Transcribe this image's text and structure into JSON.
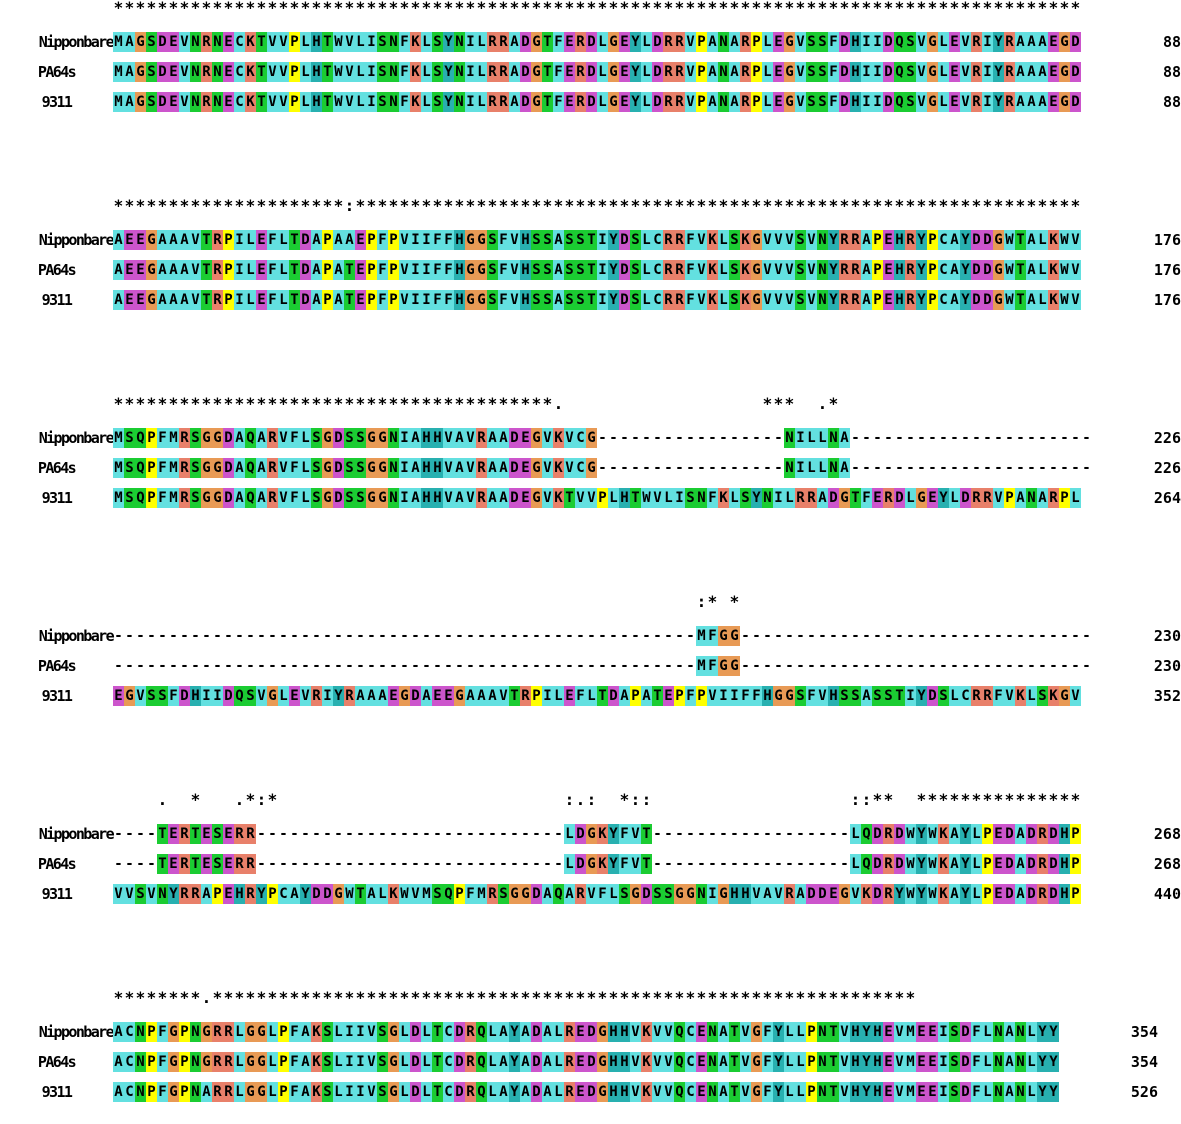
{
  "colors": {
    "A": "#63e0e0",
    "I": "#63e0e0",
    "L": "#63e0e0",
    "M": "#63e0e0",
    "F": "#63e0e0",
    "W": "#63e0e0",
    "V": "#63e0e0",
    "C": "#63e0e0",
    "K": "#e8806a",
    "R": "#e8806a",
    "E": "#cc55cc",
    "D": "#cc55cc",
    "N": "#1bcc32",
    "Q": "#1bcc32",
    "S": "#1bcc32",
    "T": "#1bcc32",
    "G": "#e89a55",
    "P": "#ffff00",
    "H": "#28b0b0",
    "Y": "#28b0b0"
  },
  "blocks": [
    {
      "consensus": "****************************************************************************************",
      "rows": [
        {
          "name": "Nipponbare",
          "seq": "MAGSDEVNRNECKTVVPLHTWVLISNFKLSYNILRRADGTFERDLGEYLDRRVPANARPLEGVSSFDHIIDQSVGLEVRIYRAAAEGD",
          "num": "88"
        },
        {
          "name": "PA64s",
          "seq": "MAGSDEVNRNECKTVVPLHTWVLISNFKLSYNILRRADGTFERDLGEYLDRRVPANARPLEGVSSFDHIIDQSVGLEVRIYRAAAEGD",
          "num": "88"
        },
        {
          "name": "9311",
          "seq": "MAGSDEVNRNECKTVVPLHTWVLISNFKLSYNILRRADGTFERDLGEYLDRRVPANARPLEGVSSFDHIIDQSVGLEVRIYRAAAEGD",
          "num": "88"
        }
      ]
    },
    {
      "consensus": "*********************:******************************************************************",
      "rows": [
        {
          "name": "Nipponbare",
          "seq": "AEEGAAAVTRPILEFLTDAPAAEPFPVIIFFHGGSFVHSSASSTIYDSLCRRFVKLSKGVVVSVNYRRAPEHRYPCAYDDGWTALKWV",
          "num": "176"
        },
        {
          "name": "PA64s",
          "seq": "AEEGAAAVTRPILEFLTDAPATEPFPVIIFFHGGSFVHSSASSTIYDSLCRRFVKLSKGVVVSVNYRRAPEHRYPCAYDDGWTALKWV",
          "num": "176"
        },
        {
          "name": "9311",
          "seq": "AEEGAAAVTRPILEFLTDAPATEPFPVIIFFHGGSFVHSSASSTIYDSLCRRFVKLSKGVVVSVNYRRAPEHRYPCAYDDGWTALKWV",
          "num": "176"
        }
      ]
    },
    {
      "consensus": "****************************************.                  ***  .*                      ",
      "rows": [
        {
          "name": "Nipponbare",
          "seq": "MSQPFMRSGGDAQARVFLSGDSSGGNIAHHVAVRAADEGVKVCG-----------------NILLNA----------------------",
          "num": "226"
        },
        {
          "name": "PA64s",
          "seq": "MSQPFMRSGGDAQARVFLSGDSSGGNIAHHVAVRAADEGVKVCG-----------------NILLNA----------------------",
          "num": "226"
        },
        {
          "name": "9311",
          "seq": "MSQPFMRSGGDAQARVFLSGDSSGGNIAHHVAVRAADEGVKTVVPLHTWVLISNFKLSYNILRRADGTFERDLGEYLDRRVPANARPL",
          "num": "264"
        }
      ]
    },
    {
      "consensus": "                                                     :* *                               ",
      "rows": [
        {
          "name": "Nipponbare",
          "seq": "-----------------------------------------------------MFGG--------------------------------",
          "num": "230"
        },
        {
          "name": "PA64s",
          "seq": "-----------------------------------------------------MFGG--------------------------------",
          "num": "230"
        },
        {
          "name": "9311",
          "seq": "EGVSSFDHIIDQSVGLEVRIYRAAAEGDAEEGAAAVTRPILEFLTDAPATEPFPVIIFFHGGSFVHSSASSTIYDSLCRRFVKLSKGV",
          "num": "352"
        }
      ]
    },
    {
      "consensus": "    .  *   .*:*                          :.:  *::                  ::**  ***************",
      "rows": [
        {
          "name": "Nipponbare",
          "seq": "----TERTESERR----------------------------LDGKYFVT------------------LQDRDWYWKAYLPEDADRDHP",
          "num": "268"
        },
        {
          "name": "PA64s",
          "seq": "----TERTESERR----------------------------LDGKYFVT------------------LQDRDWYWKAYLPEDADRDHP",
          "num": "268"
        },
        {
          "name": "9311",
          "seq": "VVSVNYRRAPEHRYPCAYDDGWTALKWVMSQPFMRSGGDAQARVFLSGDSSGGNIGHHVAVRADDEGVKDRYWYWKAYLPEDADRDHP",
          "num": "440"
        }
      ]
    },
    {
      "consensus": "********.****************************************************************",
      "rows": [
        {
          "name": "Nipponbare",
          "seq": "ACNPFGPNGRRLGGLPFAKSLIIVSGLDLTCDRQLAYADALREDGHHVKVVQCENATVGFYLLPNTVHYHEVMEEISDFLNANLYY",
          "num": "354"
        },
        {
          "name": "PA64s",
          "seq": "ACNPFGPNGRRLGGLPFAKSLIIVSGLDLTCDRQLAYADALREDGHHVKVVQCENATVGFYLLPNTVHYHEVMEEISDFLNANLYY",
          "num": "354"
        },
        {
          "name": "9311",
          "seq": "ACNPFGPNARRLGGLPFAKSLIIVSGLDLTCDRQLAYADALREDGHHVKVVQCENATVGFYLLPNTVHYHEVMEEISDFLNANLYY",
          "num": "526"
        }
      ]
    }
  ]
}
